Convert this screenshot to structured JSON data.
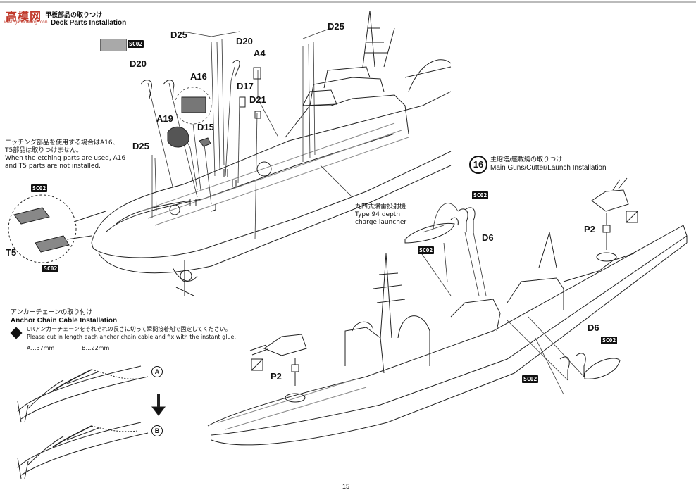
{
  "watermark": {
    "text": "高模网",
    "subtext": "www.gaomowang.com"
  },
  "section15": {
    "title_jp": "甲板部品の取りつけ",
    "title_en": "Deck Parts Installation",
    "swatch_code": "SC02"
  },
  "section15_labels": {
    "d25_top": "D25",
    "d20_mid": "D20",
    "a4": "A4",
    "d25_right": "D25",
    "d20_left": "D20",
    "a16": "A16",
    "d17": "D17",
    "d21": "D21",
    "a19": "A19",
    "d15": "D15",
    "d25_left": "D25"
  },
  "etching_note": {
    "jp_line1": "エッチング部品を使用する場合はA16、",
    "jp_line2": "T5部品は取りつけません。",
    "en_line1": "When the etching parts are used, A16",
    "en_line2": "and T5 parts are not installed."
  },
  "inset_t5": {
    "label": "T5",
    "code_top": "SC02",
    "code_bottom": "SC02"
  },
  "depth_charge": {
    "jp": "九四式爆雷投射機",
    "en_line1": "Type 94 depth",
    "en_line2": "charge launcher"
  },
  "section16": {
    "number": "16",
    "title_jp": "主砲塔/艦載艇の取りつけ",
    "title_en": "Main Guns/Cutter/Launch Installation"
  },
  "section16_labels": {
    "sc02_top": "SC02",
    "d6_top": "D6",
    "sc02_cutter": "SC02",
    "p2_right": "P2",
    "p2_left": "P2",
    "d6_bottom": "D6",
    "sc02_right": "SC02",
    "sc02_lower": "SC02"
  },
  "anchor": {
    "title_jp": "アンカーチェーンの取り付け",
    "title_en": "Anchor Chain Cable Installation",
    "note_jp": "URアンカーチェーンをそれぞれの長さに切って瞬間接着剤で固定してください。",
    "note_en": "Please cut in length each anchor chain cable and fix with the instant glue.",
    "len_a": "A…37mm",
    "len_b": "B…22mm",
    "marker_a": "A",
    "marker_b": "B"
  },
  "page_number": "15"
}
